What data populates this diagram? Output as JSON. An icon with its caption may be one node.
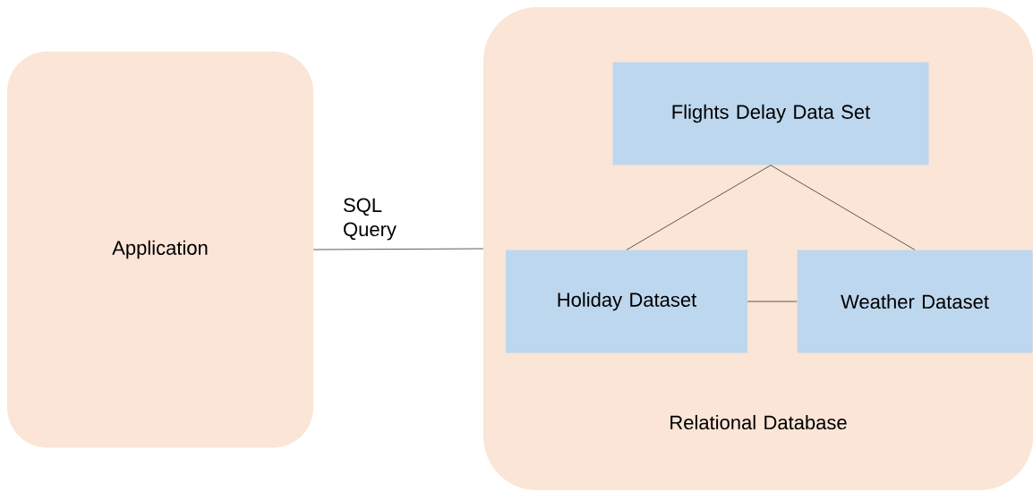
{
  "diagram": {
    "nodes": [
      {
        "text": [
          "Application"
        ]
      },
      {
        "text": [
          "Relational Database"
        ]
      },
      {
        "text": [
          "Flights Delay Data Set"
        ],
        "in": 1
      },
      {
        "text": [
          "Holiday Dataset"
        ],
        "in": 1
      },
      {
        "text": [
          "Weather Dataset"
        ],
        "in": 1
      }
    ],
    "edges": [
      {
        "from": 0,
        "to": 1,
        "arrow": "none",
        "label": "SQL Query"
      },
      {
        "from": 2,
        "to": 3,
        "arrow": "none"
      },
      {
        "from": 2,
        "to": 4,
        "arrow": "none"
      },
      {
        "from": 3,
        "to": 4,
        "arrow": "none"
      }
    ]
  }
}
